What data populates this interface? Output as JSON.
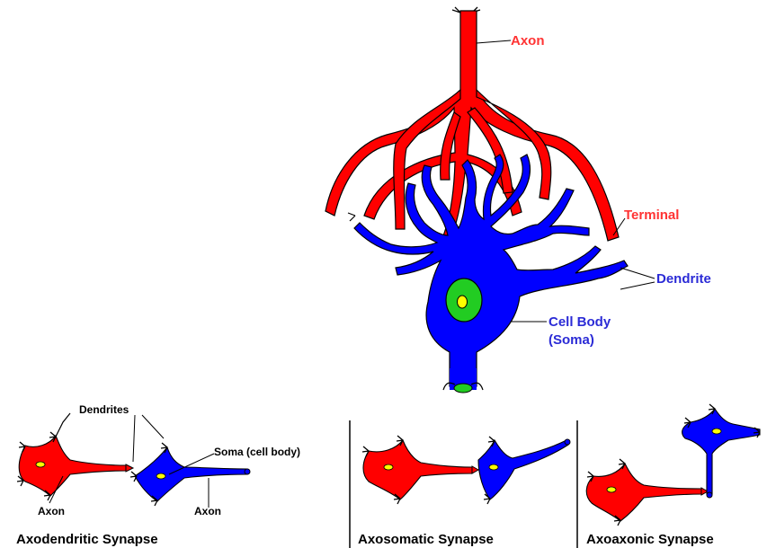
{
  "colors": {
    "axon": "#ff0000",
    "dendrite": "#0000ff",
    "nucleus": "#22cc22",
    "nucleolus": "#ffff00",
    "outline": "#000000"
  },
  "main": {
    "axon_label": "Axon",
    "terminal_label": "Terminal",
    "dendrite_label": "Dendrite",
    "cell_body_label": "Cell Body",
    "soma_label": "(Soma)"
  },
  "panels": [
    {
      "title": "Axodendritic Synapse",
      "labels": {
        "dendrites": "Dendrites",
        "soma": "Soma (cell body)",
        "axon_left": "Axon",
        "axon_right": "Axon"
      }
    },
    {
      "title": "Axosomatic Synapse"
    },
    {
      "title": "Axoaxonic Synapse"
    }
  ]
}
